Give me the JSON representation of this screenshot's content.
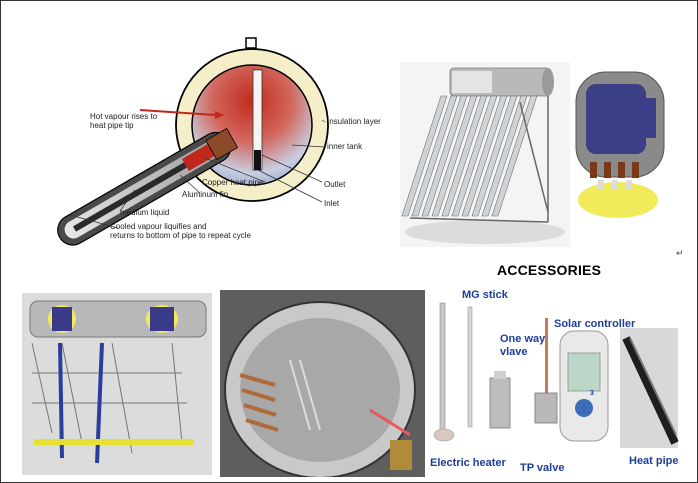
{
  "diagram": {
    "labels": {
      "hot_vapour": "Hot vapour rises to\nheat pipe tip",
      "insulation": "Insulation layer",
      "inner_tank": "inner tank",
      "copper_pipe": "Copper  heat pipe",
      "outlet": "Outlet",
      "aluminum_fin": "Aluminum fin",
      "inlet": "Inlet",
      "medium_liquid": "medium liquid",
      "cooled_vapour": "Cooled vapour liquifies and\nreturns to bottom of pipe to repeat cycle"
    }
  },
  "heading": "ACCESSORIES",
  "accessories": {
    "mg_stick": "MG stick",
    "one_way_valve": "One way\nvlave",
    "solar_controller": "Solar controller",
    "electric_heater": "Electric heater",
    "tp_valve": "TP valve",
    "heat_pipe": "Heat pipe"
  },
  "controller_display": "3",
  "colors": {
    "accent_blue": "#1e3e9a",
    "hot_red": "#c0281c",
    "frame_yellow": "#f1ea5a"
  },
  "return_marks": [
    "↵",
    "↵"
  ]
}
